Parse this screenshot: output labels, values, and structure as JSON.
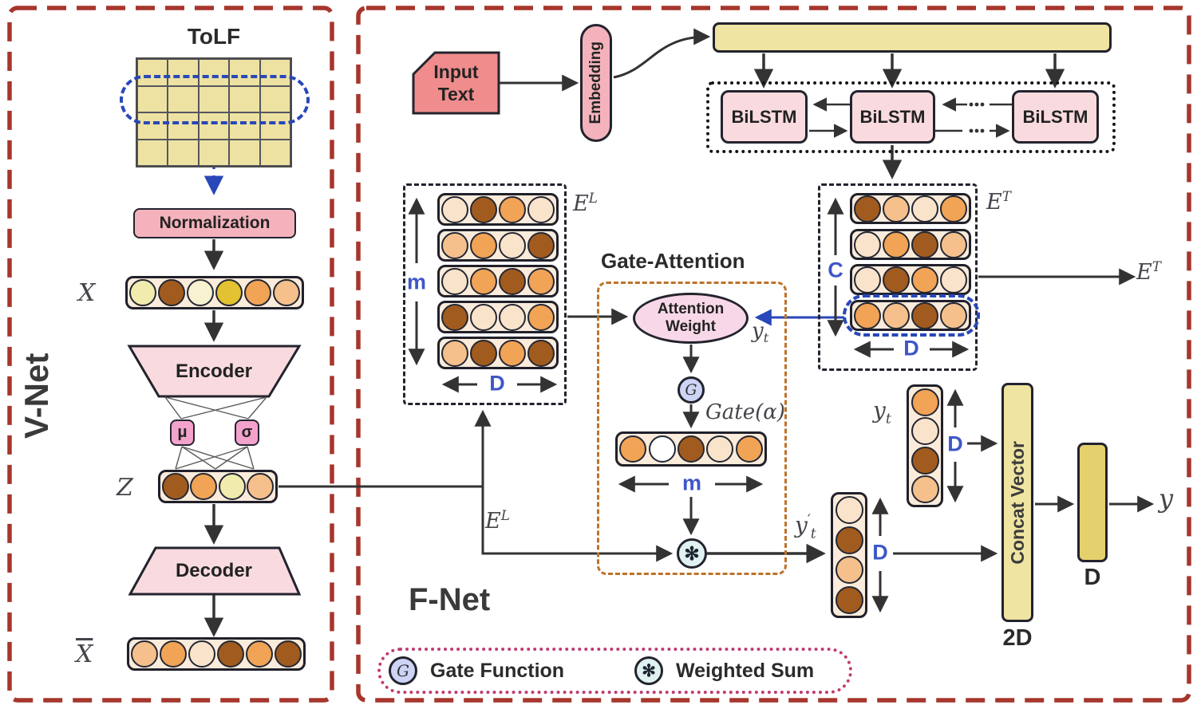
{
  "palette": {
    "brown": "#A15B1E",
    "orange": "#F1A356",
    "lightOrange": "#F5C08C",
    "cream": "#FAE3CB",
    "paleYellow": "#F1EBAE",
    "creamYellow": "#F8F2D0",
    "gold": "#E2C230",
    "white": "#FFFFFF",
    "panelBorderRed": "#A6362C",
    "blueAccent": "#2847B8",
    "gateDashOrange": "#BE7229",
    "legendDotPink": "#C03A70",
    "barYellow": "#EFE4A1",
    "boxPink": "#F9DBDF",
    "pinkMid": "#F4B3BC",
    "salmon": "#F08C8C",
    "muSigmaPink": "#F3A3CB",
    "ellipsePink": "#F8D8E8",
    "gCircleLavender": "#CDD4F5",
    "starCyan": "#DFF1F0",
    "rowBg": "#FAEBDB",
    "dBoxGold": "#E5D06E",
    "gridYellow": "#EDE2A2"
  },
  "vnet": {
    "label": "V-Net",
    "tolf_title": "ToLF",
    "grid": {
      "rows": 4,
      "cols": 5
    },
    "normalization": "Normalization",
    "x_label": "X",
    "x_row": [
      "paleYellow",
      "brown",
      "creamYellow",
      "gold",
      "orange",
      "lightOrange"
    ],
    "encoder": "Encoder",
    "mu": "μ",
    "sigma": "σ",
    "z_label": "Z",
    "z_row": [
      "brown",
      "orange",
      "paleYellow",
      "lightOrange"
    ],
    "decoder": "Decoder",
    "xbar_label": "X",
    "xbar_row": [
      "lightOrange",
      "orange",
      "cream",
      "brown",
      "orange",
      "brown"
    ]
  },
  "fnet": {
    "label": "F-Net",
    "input_line1": "Input",
    "input_line2": "Text",
    "embedding": "Embedding",
    "bilstm1": "BiLSTM",
    "bilstm2": "BiLSTM",
    "bilstm3": "BiLSTM",
    "el": {
      "base": "E",
      "sup": "L",
      "dim_v": "m",
      "dim_h": "D",
      "rows": [
        [
          "cream",
          "brown",
          "orange",
          "cream"
        ],
        [
          "lightOrange",
          "orange",
          "cream",
          "brown"
        ],
        [
          "cream",
          "orange",
          "brown",
          "orange"
        ],
        [
          "brown",
          "cream",
          "cream",
          "orange"
        ],
        [
          "lightOrange",
          "brown",
          "orange",
          "brown"
        ]
      ]
    },
    "et": {
      "base": "E",
      "sup": "T",
      "dim_v": "C",
      "dim_h": "D",
      "rows": [
        [
          "brown",
          "lightOrange",
          "cream",
          "orange"
        ],
        [
          "cream",
          "orange",
          "brown",
          "lightOrange"
        ],
        [
          "cream",
          "brown",
          "orange",
          "cream"
        ],
        [
          "orange",
          "lightOrange",
          "brown",
          "lightOrange"
        ]
      ]
    },
    "et_out": {
      "base": "E",
      "sup": "T"
    },
    "ga": {
      "title": "Gate-Attention",
      "att1": "Attention",
      "att2": "Weight",
      "g": "G",
      "gate_alpha": "Gate(α)",
      "dim": "m",
      "row": [
        "orange",
        "white",
        "brown",
        "cream",
        "orange"
      ],
      "star": "✻"
    },
    "el_branch": {
      "base": "E",
      "sup": "L"
    },
    "yt_att": {
      "base": "y",
      "sub": "t"
    },
    "ytp": {
      "base": "y",
      "prime": "′",
      "sub": "t"
    },
    "yt_vec_label": {
      "base": "y",
      "sub": "t"
    },
    "yt_vec": [
      "orange",
      "cream",
      "brown",
      "lightOrange"
    ],
    "ytp_vec": [
      "cream",
      "brown",
      "lightOrange",
      "brown"
    ],
    "dim_d": "D",
    "concat_label": "Concat Vector",
    "concat_dim": "2D",
    "dense_dim": "D",
    "output": "y"
  },
  "legend": {
    "g": "G",
    "g_label": "Gate Function",
    "star": "✻",
    "star_label": "Weighted Sum"
  }
}
